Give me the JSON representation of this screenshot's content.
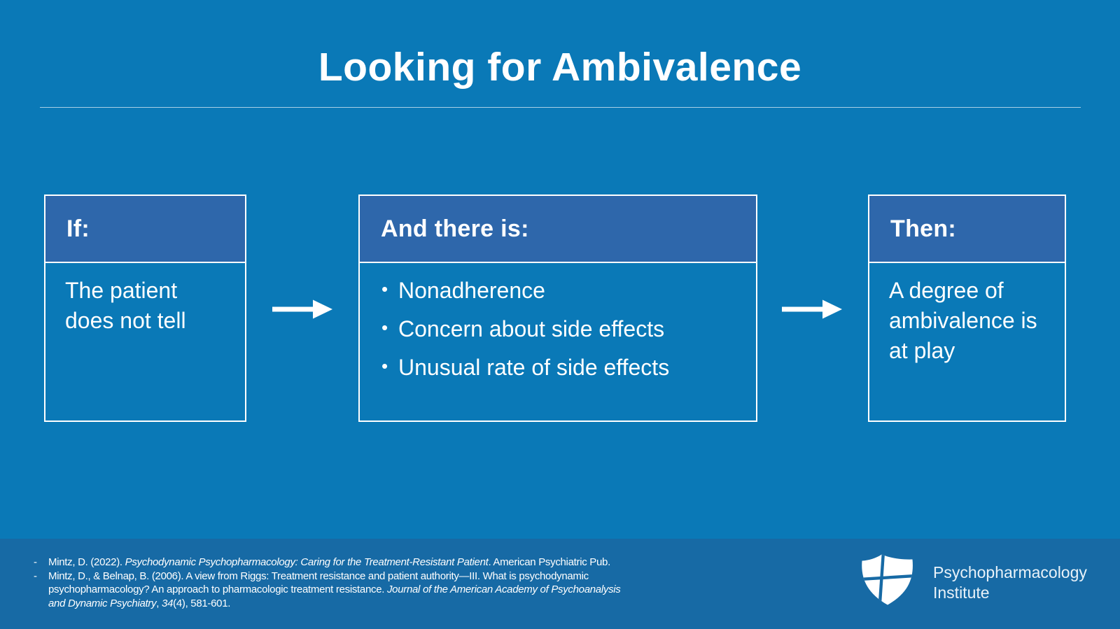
{
  "slide": {
    "title": "Looking for Ambivalence",
    "boxes": [
      {
        "header": "If:",
        "body": "The patient does not tell"
      },
      {
        "header": "And there is:",
        "bullets": [
          "Nonadherence",
          "Concern about side effects",
          "Unusual rate of side effects"
        ]
      },
      {
        "header": "Then:",
        "body": "A degree of ambivalence is at play"
      }
    ],
    "arrows": [
      "right-arrow",
      "right-arrow"
    ]
  },
  "footer": {
    "reference_marker": "-",
    "references": [
      {
        "segments": [
          {
            "text": "Mintz, D. (2022). ",
            "italic": false
          },
          {
            "text": "Psychodynamic Psychopharmacology: Caring for the Treatment-Resistant Patient",
            "italic": true
          },
          {
            "text": ". American Psychiatric Pub.",
            "italic": false
          }
        ]
      },
      {
        "segments": [
          {
            "text": "Mintz, D., & Belnap, B. (2006). A view from Riggs: Treatment resistance and patient authority—III. What is psychodynamic psychopharmacology? An approach to pharmacologic treatment resistance. ",
            "italic": false
          },
          {
            "text": "Journal of the American Academy of Psychoanalysis and Dynamic Psychiatry",
            "italic": true
          },
          {
            "text": ", ",
            "italic": false
          },
          {
            "text": "34",
            "italic": true
          },
          {
            "text": "(4), 581-601.",
            "italic": false
          }
        ]
      }
    ],
    "brand": {
      "logo_icon": "shield-cross-icon",
      "line1": "Psychopharmacology",
      "line2": "Institute"
    }
  },
  "colors": {
    "background": "#0a79b7",
    "box_header": "#2e67ab",
    "footer_background": "#176aa5",
    "border": "#ffffff",
    "text": "#ffffff",
    "divider": "rgba(255,255,255,0.65)"
  }
}
